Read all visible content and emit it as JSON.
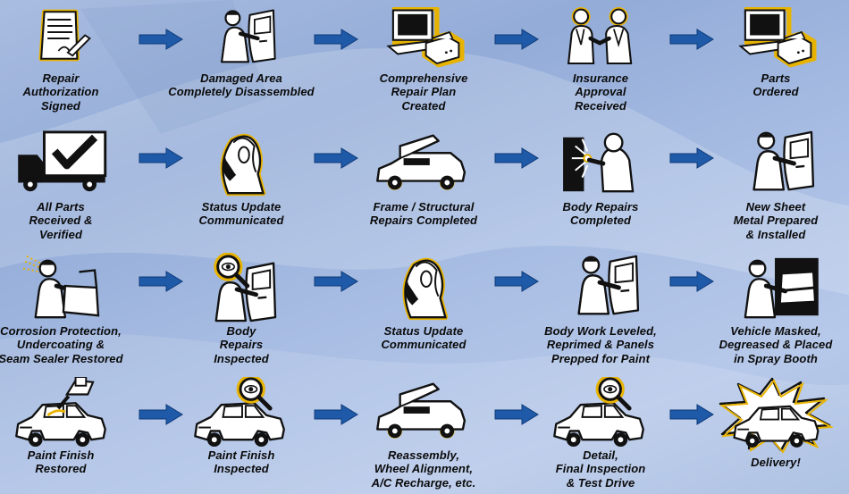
{
  "title": "",
  "rows": [
    [
      {
        "icon": "document-sign-icon",
        "label": "Repair\nAuthorization\nSigned"
      },
      {
        "icon": "mechanic-door-icon",
        "label": "Damaged Area\nCompletely Disassembled"
      },
      {
        "icon": "computer-printer-icon",
        "label": "Comprehensive\nRepair Plan\nCreated"
      },
      {
        "icon": "handshake-icon",
        "label": "Insurance\nApproval\nReceived"
      },
      {
        "icon": "computer-printer-icon",
        "label": "Parts\nOrdered"
      }
    ],
    [
      {
        "icon": "checkmark-truck-icon",
        "label": "All Parts\nReceived &\nVerified"
      },
      {
        "icon": "phone-call-icon",
        "label": "Status Update\nCommunicated"
      },
      {
        "icon": "car-hood-open-icon",
        "label": "Frame / Structural\nRepairs Completed"
      },
      {
        "icon": "welder-icon",
        "label": "Body Repairs\nCompleted"
      },
      {
        "icon": "mechanic-door-icon",
        "label": "New Sheet\nMetal Prepared\n& Installed"
      }
    ],
    [
      {
        "icon": "spray-undercoat-icon",
        "label": "Corrosion Protection,\nUndercoating &\nSeam Sealer Restored"
      },
      {
        "icon": "inspect-mechanic-icon",
        "label": "Body\nRepairs\nInspected"
      },
      {
        "icon": "phone-call-icon",
        "label": "Status Update\nCommunicated"
      },
      {
        "icon": "mechanic-door-icon",
        "label": "Body Work Leveled,\nReprimed & Panels\nPrepped for Paint"
      },
      {
        "icon": "spray-booth-icon",
        "label": "Vehicle Masked,\nDegreased & Placed\nin Spray Booth"
      }
    ],
    [
      {
        "icon": "paint-gun-car-icon",
        "label": "Paint Finish\nRestored"
      },
      {
        "icon": "magnifier-car-icon",
        "label": "Paint Finish\nInspected"
      },
      {
        "icon": "car-hood-open-icon",
        "label": "Reassembly,\nWheel Alignment,\nA/C Recharge, etc."
      },
      {
        "icon": "magnifier-car-icon",
        "label": "Detail,\nFinal Inspection\n& Test Drive"
      },
      {
        "icon": "starburst-car-icon",
        "label": "Delivery!"
      }
    ]
  ],
  "colors": {
    "arrow": "#1f5aa8",
    "frame": "#e8b300",
    "ink": "#111111"
  }
}
